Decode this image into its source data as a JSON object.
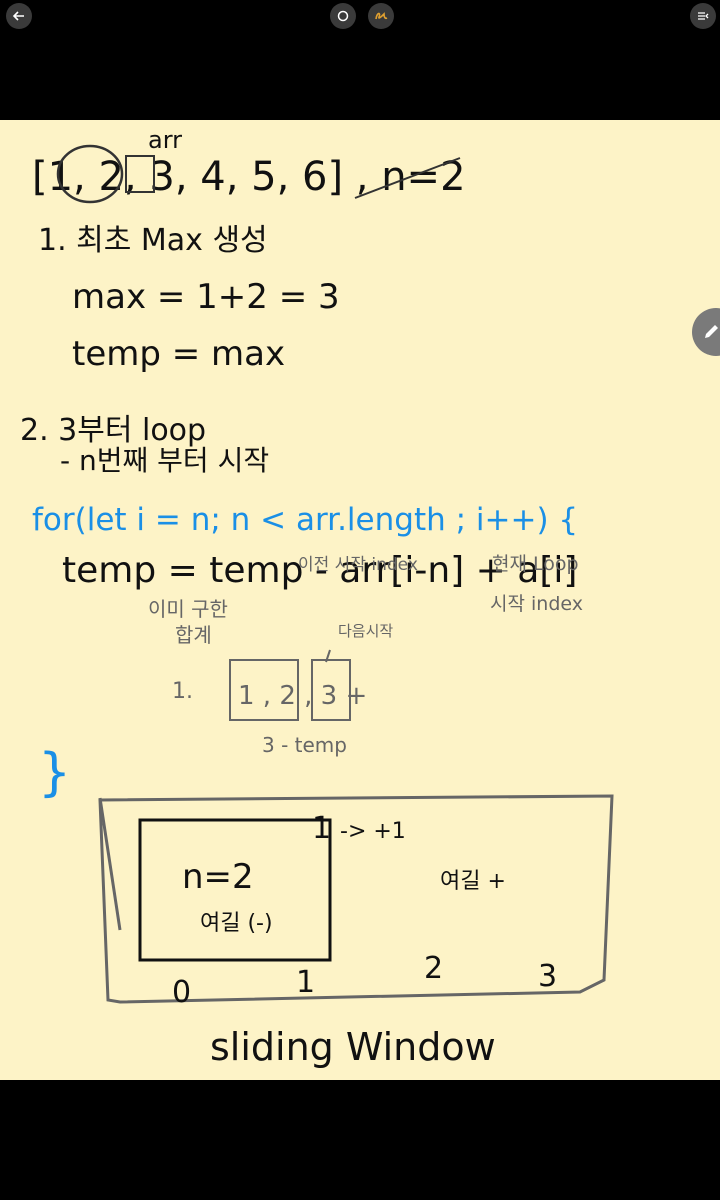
{
  "toolbar": {
    "back_icon": "arrow-left-icon",
    "tool_icon": "circle-icon",
    "pen_icon": "pen-scribble-icon",
    "menu_icon": "menu-collapse-icon",
    "accent_pen": "#e0a030"
  },
  "note": {
    "line_array": "[1, 2, 3, 4, 5, 6] , n=2",
    "label_arr": "arr",
    "step1_title": "1. 최초 Max 생성",
    "step1_max": "max = 1+2 = 3",
    "step1_temp": "temp = max",
    "step2_title": "2. 3부터 loop",
    "step2_sub": "- n번째 부터 시작",
    "for_line": "for(let i = n; n < arr.length ; i++) {",
    "temp_line": "temp = temp - arr[i-n] + a[i]",
    "note_prev_start": "이전 시작 index",
    "note_cur_loop": "현재 Loop",
    "note_start_index": "시작 index",
    "note_sum1": "이미 구한",
    "note_sum2": "합계",
    "note_next_start": "다음시작",
    "diagram_label": "1.",
    "diagram_boxes": "1 , 2 , 3 +",
    "diagram_sub": "3 - temp",
    "close_brace": "}",
    "window_n": "n=2",
    "window_remove": "여길 (-)",
    "window_add": "여길 +",
    "window_plus1": "-> +1",
    "window_idx0": "0",
    "window_idx1": "1",
    "window_idx2": "2",
    "window_idx3": "3",
    "window_inner1": "1",
    "footer_title": "sliding Window",
    "ink_color": "#111111",
    "blue_color": "#1a8fe6",
    "gray_color": "#666666"
  }
}
